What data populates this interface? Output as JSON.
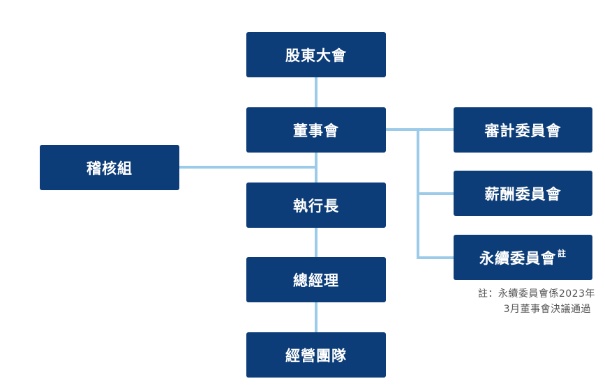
{
  "nodes": {
    "shareholders": "股東大會",
    "board": "董事會",
    "audit_group": "稽核組",
    "ceo": "執行長",
    "general_manager": "總經理",
    "management_team": "經營團隊",
    "audit_committee": "審計委員會",
    "remuneration_committee": "薪酬委員會",
    "sustainability_committee": "永續委員會",
    "sustainability_note_mark": "註"
  },
  "note": {
    "line1": "註：永續委員會係2023年",
    "line2": "3月董事會決議通過"
  },
  "colors": {
    "node_fill": "#0d3d78",
    "connector": "#9ccbe9"
  }
}
